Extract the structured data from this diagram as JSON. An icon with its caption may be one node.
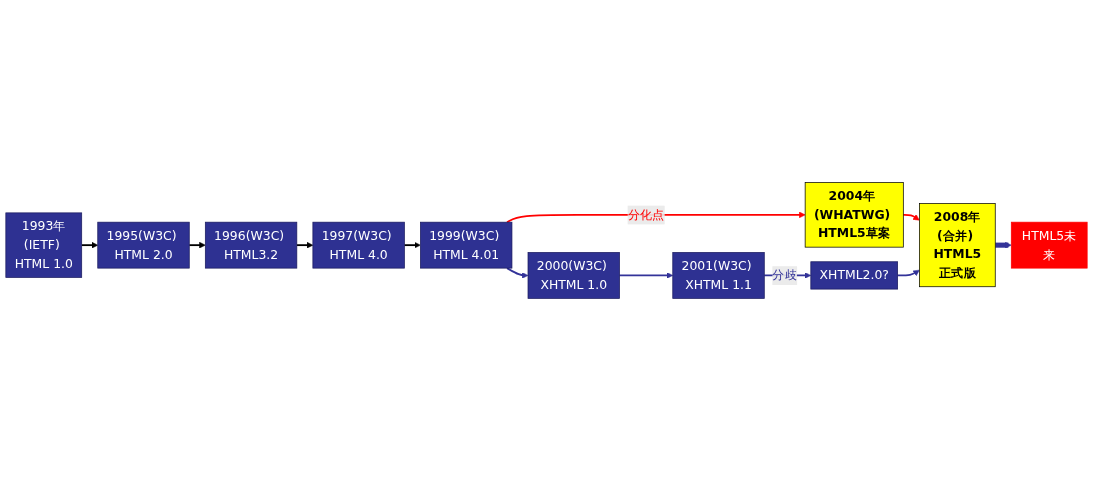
{
  "diagram": {
    "nodes": [
      {
        "text": [
          "1993年(IETF) HTML 1.0"
        ]
      },
      {
        "text": [
          "1995(W3C) HTML 2.0"
        ]
      },
      {
        "text": [
          "1996(W3C) HTML3.2"
        ]
      },
      {
        "text": [
          "1997(W3C) HTML 4.0"
        ]
      },
      {
        "text": [
          "1999(W3C) HTML 4.01"
        ]
      },
      {
        "text": [
          "2000(W3C) XHTML 1.0"
        ]
      },
      {
        "text": [
          "2001(W3C) XHTML 1.1"
        ]
      },
      {
        "text": [
          "XHTML2.0?"
        ]
      },
      {
        "text": [
          "2004年 (WHATWG) HTML5草案"
        ]
      },
      {
        "text": [
          "2008年(合并) HTML5正式版"
        ]
      },
      {
        "text": [
          "HTML5未来"
        ]
      }
    ],
    "edges": [
      {
        "from": 0,
        "to": 1,
        "arrow": "to",
        "color": "#000000"
      },
      {
        "from": 1,
        "to": 2,
        "arrow": "to",
        "color": "#000000"
      },
      {
        "from": 2,
        "to": 3,
        "arrow": "to",
        "color": "#000000"
      },
      {
        "from": 3,
        "to": 4,
        "arrow": "to",
        "color": "#000000"
      },
      {
        "from": 4,
        "to": 5,
        "arrow": "to"
      },
      {
        "from": 5,
        "to": 6,
        "arrow": "to"
      },
      {
        "from": 6,
        "to": 7,
        "arrow": "to",
        "label": "分歧"
      },
      {
        "from": 4,
        "to": 8,
        "arrow": "to",
        "label": "分化点",
        "color": "#ff0000"
      },
      {
        "from": 8,
        "to": 9,
        "arrow": "to",
        "color": "#ff0000"
      },
      {
        "from": 7,
        "to": 9,
        "arrow": "to"
      },
      {
        "from": 9,
        "to": 10,
        "arrow": "to",
        "style": "thick"
      }
    ]
  }
}
